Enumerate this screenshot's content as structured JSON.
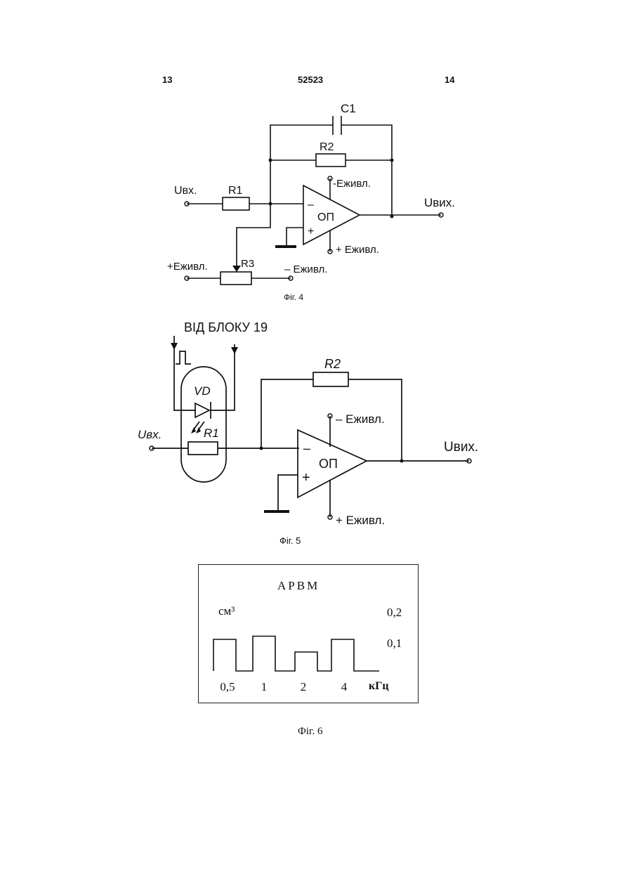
{
  "header": {
    "page_left": "13",
    "patent_number": "52523",
    "page_right": "14"
  },
  "fig4": {
    "caption": "Фіг. 4",
    "labels": {
      "c1": "C1",
      "r1": "R1",
      "r2": "R2",
      "r3": "R3",
      "u_in": "Uвх.",
      "u_out": "Uвих.",
      "opamp": "ОП",
      "minus_supply_top": "-Еживл.",
      "plus_supply_bottom": "+ Еживл.",
      "plus_supply_left": "+Еживл.",
      "minus_supply_right": "– Еживл.",
      "inv": "–",
      "noninv": "+"
    }
  },
  "fig5": {
    "caption": "Фіг. 5",
    "labels": {
      "from_block": "ВІД БЛОКУ 19",
      "pulse": "Л",
      "vd": "VD",
      "r1": "R1",
      "r2": "R2",
      "u_in": "Uвх.",
      "u_out": "Uвих.",
      "opamp": "ОП",
      "minus_supply": "– Еживл.",
      "plus_supply": "+ Еживл.",
      "inv": "–",
      "noninv": "+"
    }
  },
  "fig6": {
    "caption": "Фіг. 6",
    "title": "АРВМ",
    "unit_y": "см³",
    "y_top": "0,2",
    "y_mid": "0,1",
    "x_unit": "кГц",
    "chart_data": {
      "type": "bar",
      "title": "АРВМ",
      "ylabel": "см³",
      "xlabel": "кГц",
      "categories": [
        "0,5",
        "1",
        "2",
        "4"
      ],
      "values": [
        0.1,
        0.11,
        0.06,
        0.1
      ],
      "ylim": [
        0,
        0.2
      ]
    }
  }
}
